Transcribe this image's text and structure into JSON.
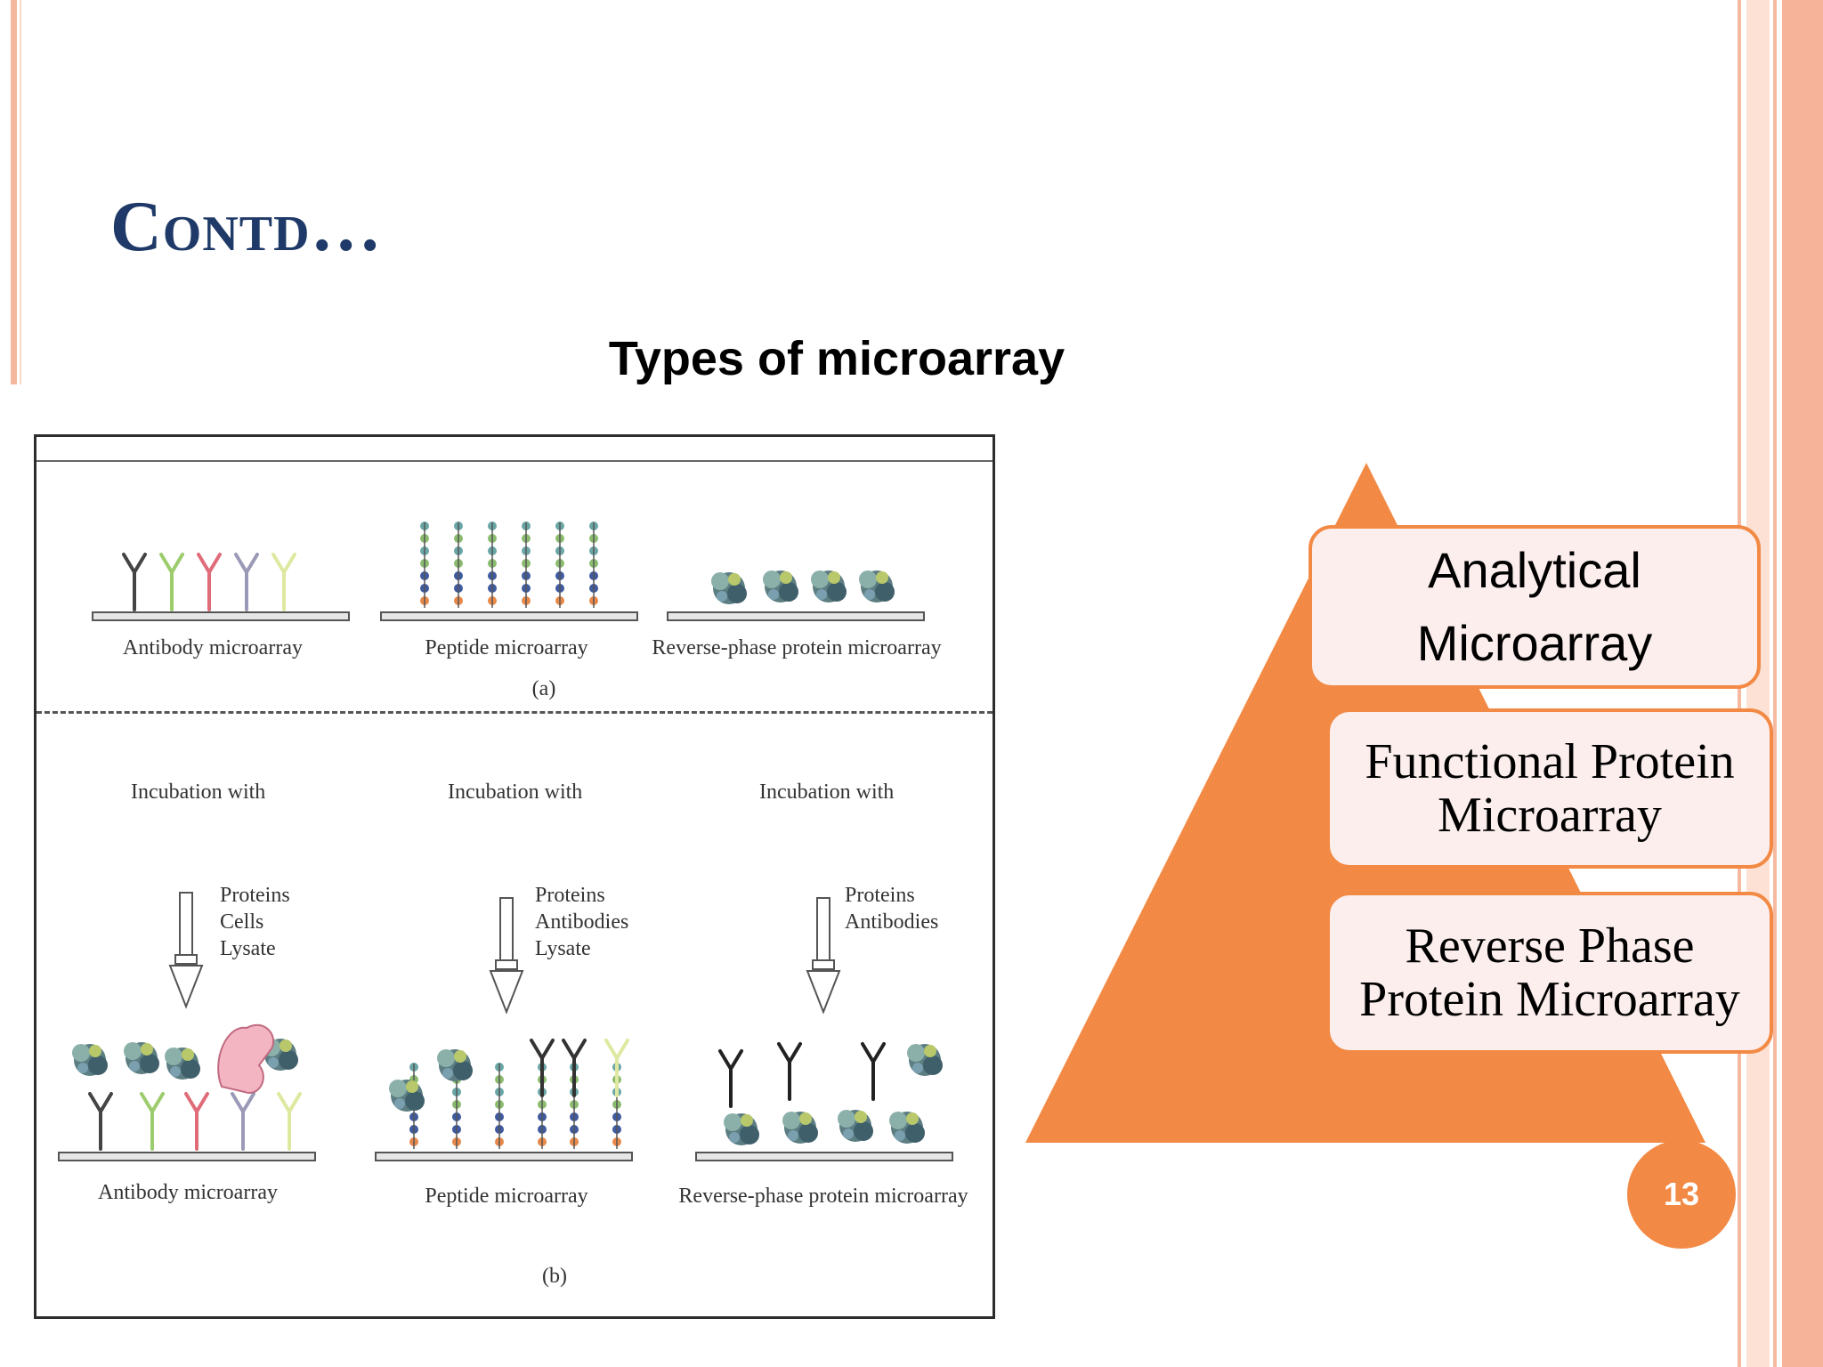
{
  "slide": {
    "title": "Contd…",
    "subtitle": "Types of microarray",
    "page_number": "13"
  },
  "figure": {
    "top_labels": [
      "Antibody microarray",
      "Peptide microarray",
      "Reverse-phase protein microarray"
    ],
    "part_a": "(a)",
    "incubation": [
      "Incubation with",
      "Incubation with",
      "Incubation with"
    ],
    "reagents": [
      [
        "Proteins",
        "Cells",
        "Lysate"
      ],
      [
        "Proteins",
        "Antibodies",
        "Lysate"
      ],
      [
        "Proteins",
        "Antibodies"
      ]
    ],
    "bottom_labels": [
      "Antibody microarray",
      "Peptide microarray",
      "Reverse-phase protein microarray"
    ],
    "part_b": "(b)"
  },
  "pyramid": {
    "color": "#f28a45",
    "items": [
      {
        "line1": "Analytical",
        "line2": "Microarray"
      },
      {
        "line1": "Functional Protein",
        "line2": "Microarray"
      },
      {
        "line1": "Reverse Phase",
        "line2": "Protein Microarray"
      }
    ]
  },
  "colors": {
    "title": "#1f3a68",
    "accent": "#f28a45",
    "box_fill": "#fbeeec",
    "border_pink": "#f7b39a"
  },
  "icons": [
    "antibody-icon",
    "peptide-chain-icon",
    "protein-cluster-icon",
    "pipette-icon",
    "cell-icon"
  ]
}
